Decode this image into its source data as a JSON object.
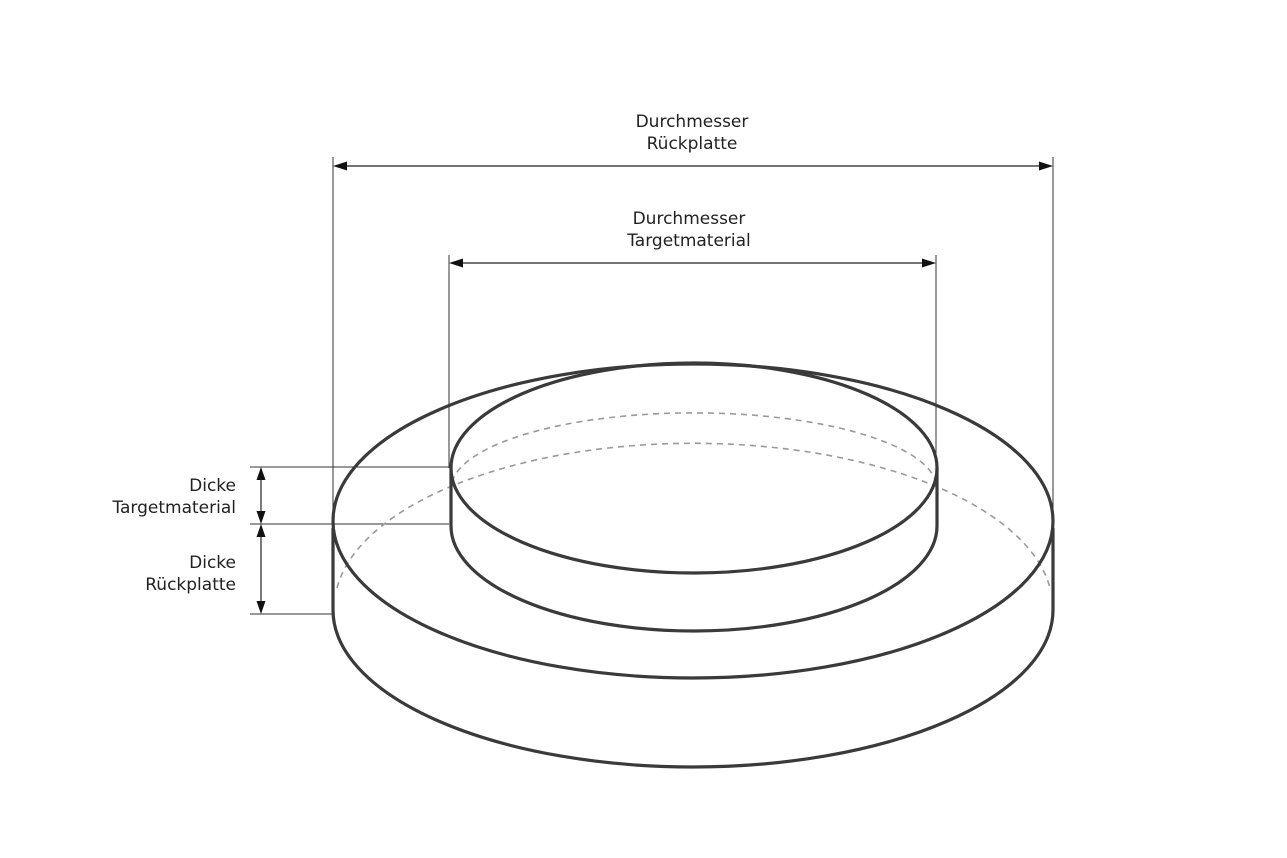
{
  "labels": {
    "diameter_backplate": [
      "Durchmesser",
      "Rückplatte"
    ],
    "diameter_target": [
      "Durchmesser",
      "Targetmaterial"
    ],
    "thickness_target": [
      "Dicke",
      "Targetmaterial"
    ],
    "thickness_backplate": [
      "Dicke",
      "Rückplatte"
    ]
  },
  "colors": {
    "outline": "#3a3a3a",
    "hidden_edge": "#9a9a9a",
    "dimension": "#222222",
    "background": "#ffffff"
  }
}
